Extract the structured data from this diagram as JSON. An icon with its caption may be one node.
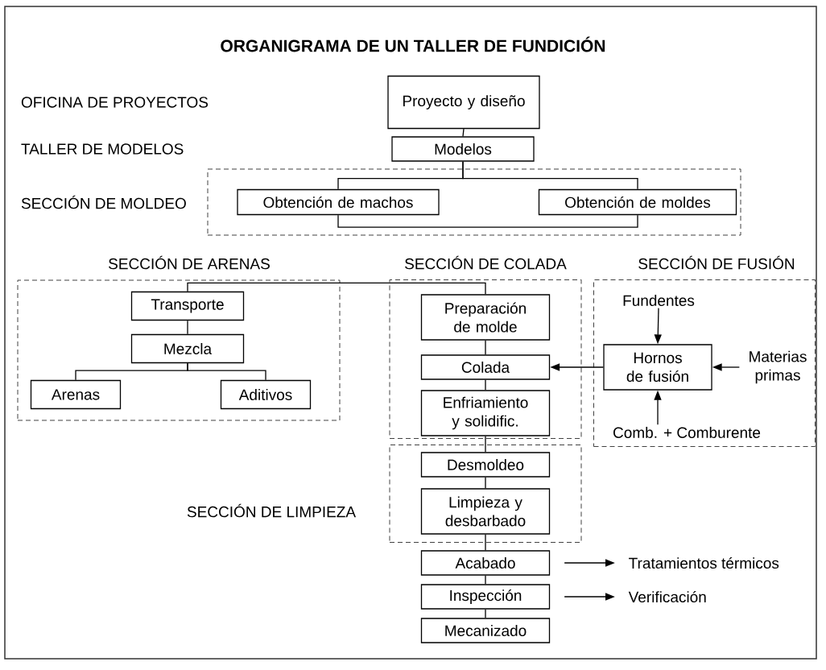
{
  "diagram": {
    "title": "ORGANIGRAMA DE UN TALLER DE FUNDICIÓN",
    "nodes": [
      {
        "text": [
          "Proyecto y diseño"
        ]
      },
      {
        "text": [
          "Modelos"
        ]
      },
      {
        "text": [
          "SECCIÓN DE MOLDEO"
        ]
      },
      {
        "text": [
          "Obtención de machos"
        ],
        "in": 2
      },
      {
        "text": [
          "Obtención de moldes"
        ],
        "in": 2
      },
      {
        "text": [
          "SECCIÓN DE ARENAS"
        ]
      },
      {
        "text": [
          "Transporte"
        ],
        "in": 5
      },
      {
        "text": [
          "Mezcla"
        ],
        "in": 5
      },
      {
        "text": [
          "Arenas"
        ],
        "in": 5
      },
      {
        "text": [
          "Aditivos"
        ],
        "in": 5
      },
      {
        "text": [
          "SECCIÓN DE COLADA"
        ]
      },
      {
        "text": [
          "Preparación de molde"
        ],
        "in": 10
      },
      {
        "text": [
          "Colada"
        ],
        "in": 10
      },
      {
        "text": [
          "Enfriamiento y solidific."
        ],
        "in": 10
      },
      {
        "text": [
          "SECCIÓN DE FUSIÓN"
        ]
      },
      {
        "text": [
          "Fundentes"
        ],
        "in": 14
      },
      {
        "text": [
          "Hornos de fusión"
        ],
        "in": 14
      },
      {
        "text": [
          "Materias primas"
        ],
        "in": 14
      },
      {
        "text": [
          "Comb. + Comburente"
        ],
        "in": 14
      },
      {
        "text": [
          "SECCIÓN DE LIMPIEZA"
        ]
      },
      {
        "text": [
          "Desmoldeo"
        ],
        "in": 19
      },
      {
        "text": [
          "Limpieza y desbarbado"
        ],
        "in": 19
      },
      {
        "text": [
          "Acabado"
        ]
      },
      {
        "text": [
          "Tratamientos térmicos"
        ]
      },
      {
        "text": [
          "Inspección"
        ]
      },
      {
        "text": [
          "Verificación"
        ]
      },
      {
        "text": [
          "Mecanizado"
        ]
      }
    ],
    "edges": [
      {
        "from": 0,
        "to": 1,
        "arrow": "none"
      },
      {
        "from": 1,
        "to": 3,
        "arrow": "none"
      },
      {
        "from": 1,
        "to": 4,
        "arrow": "none"
      },
      {
        "from": 3,
        "to": 4,
        "arrow": "none"
      },
      {
        "from": 6,
        "to": 11,
        "arrow": "none"
      },
      {
        "from": 6,
        "to": 7,
        "arrow": "none"
      },
      {
        "from": 7,
        "to": 8,
        "arrow": "none"
      },
      {
        "from": 7,
        "to": 9,
        "arrow": "none"
      },
      {
        "from": 11,
        "to": 12,
        "arrow": "none"
      },
      {
        "from": 12,
        "to": 13,
        "arrow": "none"
      },
      {
        "from": 13,
        "to": 20,
        "arrow": "none"
      },
      {
        "from": 20,
        "to": 21,
        "arrow": "none"
      },
      {
        "from": 21,
        "to": 22,
        "arrow": "none"
      },
      {
        "from": 22,
        "to": 24,
        "arrow": "none"
      },
      {
        "from": 24,
        "to": 26,
        "arrow": "none"
      },
      {
        "from": 16,
        "to": 12,
        "arrow": "to"
      },
      {
        "from": 15,
        "to": 16,
        "arrow": "to"
      },
      {
        "from": 17,
        "to": 16,
        "arrow": "to"
      },
      {
        "from": 18,
        "to": 16,
        "arrow": "to"
      },
      {
        "from": 22,
        "to": 23,
        "arrow": "to"
      },
      {
        "from": 24,
        "to": 25,
        "arrow": "to"
      }
    ],
    "labels": [
      "OFICINA DE PROYECTOS",
      "TALLER DE MODELOS"
    ]
  }
}
